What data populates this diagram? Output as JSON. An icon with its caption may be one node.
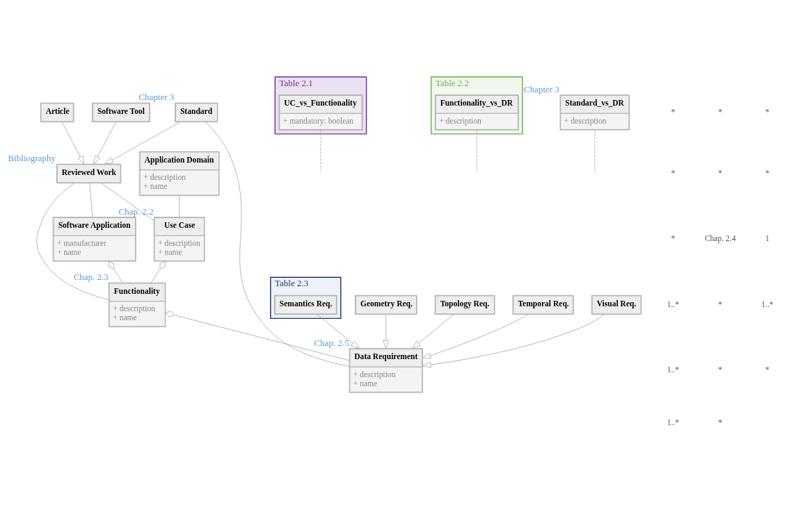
{
  "diagram": {
    "nodes": [
      {
        "text": [
          "Article"
        ]
      },
      {
        "text": [
          "Software Tool"
        ]
      },
      {
        "text": [
          "Standard"
        ],
        "beside": [
          "Chapter 3"
        ]
      },
      {
        "text": [
          "Reviewed Work"
        ],
        "beside": [
          "Bibliography"
        ]
      },
      {
        "text": [
          "Table 2.1"
        ]
      },
      {
        "text": [
          "UC_vs_Functionality",
          "+ mandatory: boolean"
        ],
        "in": 4
      },
      {
        "text": [
          "Application Domain",
          "+ description",
          "+ name"
        ]
      },
      {
        "text": [
          "Use Case",
          "+ description",
          "+ name"
        ],
        "beside": [
          "Chap. 2.2"
        ]
      },
      {
        "text": [
          "Functionality",
          "+ description",
          "+ name"
        ],
        "beside": [
          "Chap. 2.3"
        ]
      },
      {
        "text": [
          "Software Application",
          "+ manufacturer",
          "+ name"
        ]
      },
      {
        "text": [
          "Table 2.2"
        ]
      },
      {
        "text": [
          "Functionality_vs_DR",
          "+ description"
        ],
        "in": 10
      },
      {
        "text": [
          "Standard_vs_DR",
          "+ description"
        ],
        "beside": [
          "Chapter 3"
        ]
      },
      {
        "text": [
          "Data Requirement",
          "+ description",
          "+ name"
        ],
        "beside": [
          "Chap. 2.5"
        ]
      },
      {
        "text": [
          "Table 2.3"
        ]
      },
      {
        "text": [
          "Geometry Req."
        ]
      },
      {
        "text": [
          "Semantics Req."
        ],
        "in": 14
      },
      {
        "text": [
          "Topology Req."
        ]
      },
      {
        "text": [
          "Temporal Req."
        ]
      },
      {
        "text": [
          "Visual Req."
        ]
      }
    ],
    "edges": [
      {
        "from": 0,
        "to": 3,
        "arrow": "to"
      },
      {
        "from": 1,
        "to": 3,
        "arrow": "to"
      },
      {
        "from": 2,
        "to": 3,
        "arrow": "to"
      },
      {
        "from": 2,
        "to": 13,
        "arrow": "none"
      },
      {
        "from": 12,
        "to": null,
        "arrow": "none",
        "style": "dashed"
      },
      {
        "from": 3,
        "to": 7,
        "arrow": "none"
      },
      {
        "from": 3,
        "to": 8,
        "arrow": "none"
      },
      {
        "from": 3,
        "to": 9,
        "arrow": "none"
      },
      {
        "from": 6,
        "to": 7,
        "arrow": "none"
      },
      {
        "from": 7,
        "to": 8,
        "arrow": "other"
      },
      {
        "from": 5,
        "to": null,
        "arrow": "none",
        "style": "dashed"
      },
      {
        "from": 9,
        "to": 8,
        "arrow": "other"
      },
      {
        "from": 8,
        "to": 13,
        "arrow": "other"
      },
      {
        "from": 11,
        "to": null,
        "arrow": "none",
        "style": "dashed"
      },
      {
        "from": 15,
        "to": 13,
        "arrow": "to"
      },
      {
        "from": 16,
        "to": 13,
        "arrow": "to"
      },
      {
        "from": 17,
        "to": 13,
        "arrow": "to"
      },
      {
        "from": 18,
        "to": 13,
        "arrow": "to"
      },
      {
        "from": 19,
        "to": 13,
        "arrow": "to"
      }
    ],
    "labels": [
      "*",
      "*",
      "*",
      "*",
      "*",
      "*",
      "*",
      "Chap. 2.4",
      "1",
      "1..*",
      "*",
      "1..*",
      "1..*",
      "*",
      "*",
      "1..*",
      "*"
    ]
  }
}
